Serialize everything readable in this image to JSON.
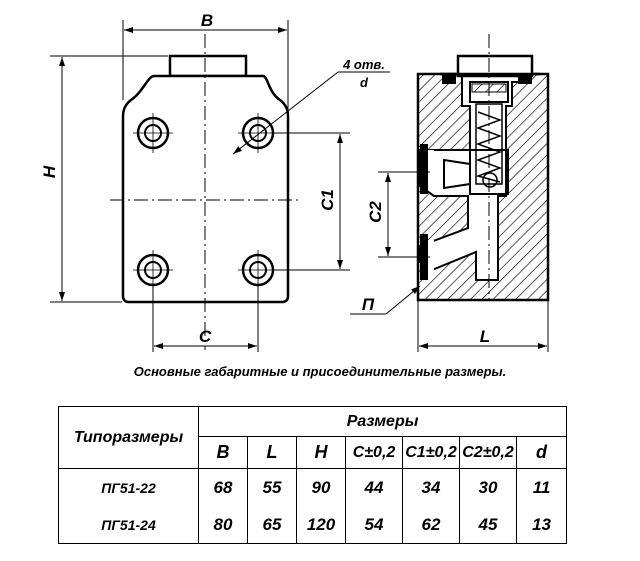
{
  "drawing": {
    "front_labels": {
      "width": "B",
      "height": "H",
      "hole_spacing": "C",
      "hole_vertical": "C1"
    },
    "callout": {
      "line1": "4 отв.",
      "line2": "d"
    },
    "section_labels": {
      "length": "L",
      "offset": "C2",
      "marker": "П"
    }
  },
  "caption": "Основные габаритные и присоединительные размеры.",
  "table": {
    "col1_header": "Типоразмеры",
    "group_header": "Размеры",
    "columns": [
      "B",
      "L",
      "H",
      "C±0,2",
      "C1±0,2",
      "C2±0,2",
      "d"
    ],
    "rows": [
      {
        "name": "ПГ51-22",
        "values": [
          "68",
          "55",
          "90",
          "44",
          "34",
          "30",
          "11"
        ]
      },
      {
        "name": "ПГ51-24",
        "values": [
          "80",
          "65",
          "120",
          "54",
          "62",
          "45",
          "13"
        ]
      }
    ]
  }
}
